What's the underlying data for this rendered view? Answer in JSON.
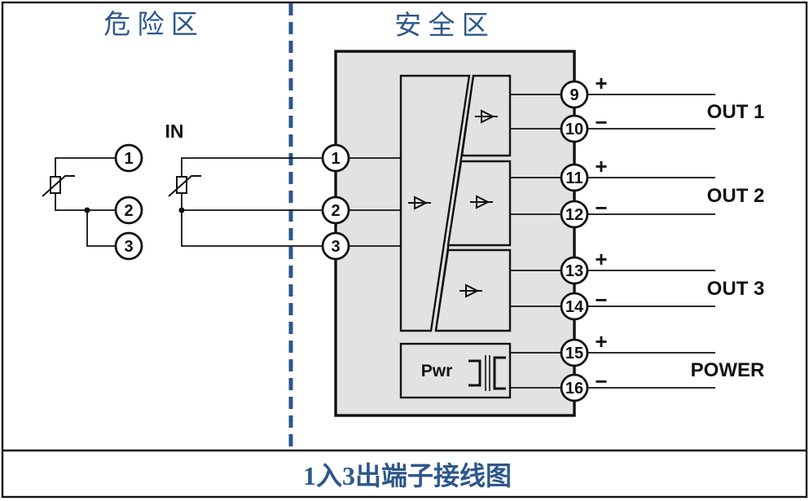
{
  "zones": {
    "hazardous": "危 险 区",
    "safe": "安 全 区"
  },
  "caption": "1入3出端子接线图",
  "input": {
    "label": "IN",
    "sensor_terminals": [
      "1",
      "2",
      "3"
    ],
    "device_terminals": [
      "1",
      "2",
      "3"
    ]
  },
  "device": {
    "pwr_label": "Pwr"
  },
  "channels": [
    {
      "label": "OUT 1",
      "plus": "+",
      "minus": "−",
      "terminals": [
        "9",
        "10"
      ]
    },
    {
      "label": "OUT 2",
      "plus": "+",
      "minus": "−",
      "terminals": [
        "11",
        "12"
      ]
    },
    {
      "label": "OUT 3",
      "plus": "+",
      "minus": "−",
      "terminals": [
        "13",
        "14"
      ]
    },
    {
      "label": "POWER",
      "plus": "+",
      "minus": "−",
      "terminals": [
        "15",
        "16"
      ]
    }
  ],
  "colors": {
    "accent_blue": "#2d578c",
    "device_fill": "#e2e2e2",
    "line": "#111111",
    "terminal_fill": "#ffffff"
  }
}
